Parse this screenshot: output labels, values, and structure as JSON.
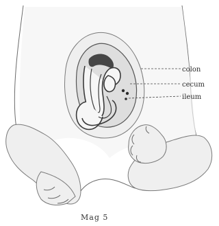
{
  "figure": {
    "labels": {
      "colon": "colon",
      "cecum": "cecum",
      "ileum": "ileum"
    },
    "caption": "Mag 5"
  },
  "colors": {
    "ink": "#2c2c2c",
    "paper": "#ffffff"
  }
}
